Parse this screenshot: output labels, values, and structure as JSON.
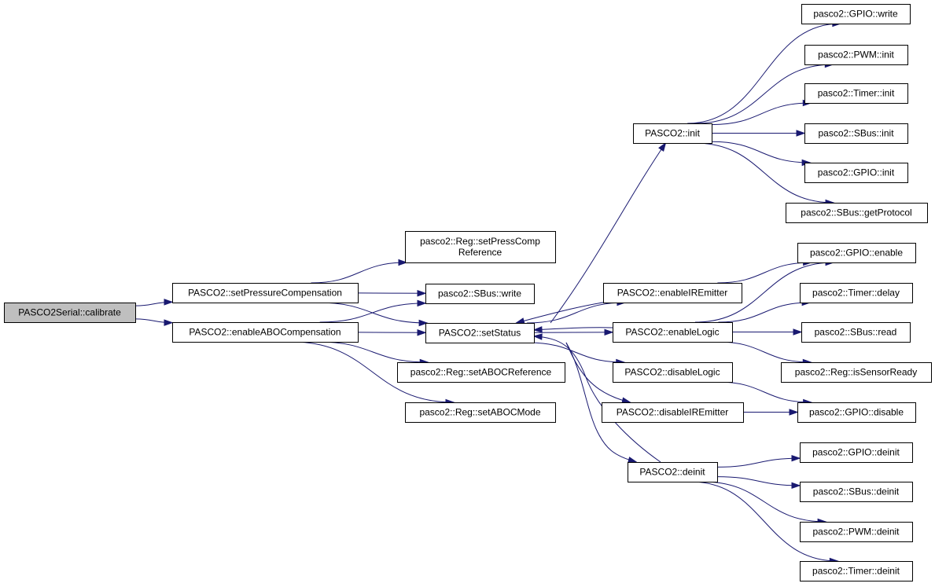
{
  "nodes": {
    "calibrate": {
      "label": "PASCO2Serial::calibrate",
      "root": true
    },
    "setPressureCompensation": {
      "label": "PASCO2::setPressureCompensation"
    },
    "enableABOCompensation": {
      "label": "PASCO2::enableABOCompensation"
    },
    "setPressCompReference": {
      "label": "pasco2::Reg::setPressComp\nReference"
    },
    "sbusWrite": {
      "label": "pasco2::SBus::write"
    },
    "setStatus": {
      "label": "PASCO2::setStatus"
    },
    "setABOCReference": {
      "label": "pasco2::Reg::setABOCReference"
    },
    "setABOCMode": {
      "label": "pasco2::Reg::setABOCMode"
    },
    "init": {
      "label": "PASCO2::init"
    },
    "enableIREmitter": {
      "label": "PASCO2::enableIREmitter"
    },
    "enableLogic": {
      "label": "PASCO2::enableLogic"
    },
    "disableLogic": {
      "label": "PASCO2::disableLogic"
    },
    "disableIREmitter": {
      "label": "PASCO2::disableIREmitter"
    },
    "deinit": {
      "label": "PASCO2::deinit"
    },
    "gpioWrite": {
      "label": "pasco2::GPIO::write"
    },
    "pwmInit": {
      "label": "pasco2::PWM::init"
    },
    "timerInit": {
      "label": "pasco2::Timer::init"
    },
    "sbusInit": {
      "label": "pasco2::SBus::init"
    },
    "gpioInit": {
      "label": "pasco2::GPIO::init"
    },
    "sbusGetProtocol": {
      "label": "pasco2::SBus::getProtocol"
    },
    "gpioEnable": {
      "label": "pasco2::GPIO::enable"
    },
    "timerDelay": {
      "label": "pasco2::Timer::delay"
    },
    "sbusRead": {
      "label": "pasco2::SBus::read"
    },
    "isSensorReady": {
      "label": "pasco2::Reg::isSensorReady"
    },
    "gpioDisable": {
      "label": "pasco2::GPIO::disable"
    },
    "gpioDeinit": {
      "label": "pasco2::GPIO::deinit"
    },
    "sbusDeinit": {
      "label": "pasco2::SBus::deinit"
    },
    "pwmDeinit": {
      "label": "pasco2::PWM::deinit"
    },
    "timerDeinit": {
      "label": "pasco2::Timer::deinit"
    }
  },
  "edges": [
    [
      "calibrate",
      "setPressureCompensation"
    ],
    [
      "calibrate",
      "enableABOCompensation"
    ],
    [
      "setPressureCompensation",
      "setPressCompReference"
    ],
    [
      "setPressureCompensation",
      "sbusWrite"
    ],
    [
      "setPressureCompensation",
      "setStatus"
    ],
    [
      "enableABOCompensation",
      "sbusWrite"
    ],
    [
      "enableABOCompensation",
      "setStatus"
    ],
    [
      "enableABOCompensation",
      "setABOCReference"
    ],
    [
      "enableABOCompensation",
      "setABOCMode"
    ],
    [
      "setStatus",
      "init"
    ],
    [
      "setStatus",
      "enableIREmitter"
    ],
    [
      "setStatus",
      "enableLogic"
    ],
    [
      "setStatus",
      "disableLogic"
    ],
    [
      "setStatus",
      "disableIREmitter"
    ],
    [
      "setStatus",
      "deinit"
    ],
    [
      "enableIREmitter",
      "setStatus"
    ],
    [
      "enableIREmitter",
      "gpioEnable"
    ],
    [
      "enableLogic",
      "setStatus"
    ],
    [
      "enableLogic",
      "gpioEnable"
    ],
    [
      "enableLogic",
      "timerDelay"
    ],
    [
      "enableLogic",
      "sbusRead"
    ],
    [
      "enableLogic",
      "isSensorReady"
    ],
    [
      "disableLogic",
      "gpioDisable"
    ],
    [
      "disableIREmitter",
      "gpioDisable"
    ],
    [
      "deinit",
      "setStatus"
    ],
    [
      "deinit",
      "gpioDeinit"
    ],
    [
      "deinit",
      "sbusDeinit"
    ],
    [
      "deinit",
      "pwmDeinit"
    ],
    [
      "deinit",
      "timerDeinit"
    ],
    [
      "init",
      "gpioWrite"
    ],
    [
      "init",
      "pwmInit"
    ],
    [
      "init",
      "timerInit"
    ],
    [
      "init",
      "sbusInit"
    ],
    [
      "init",
      "gpioInit"
    ],
    [
      "init",
      "sbusGetProtocol"
    ]
  ]
}
